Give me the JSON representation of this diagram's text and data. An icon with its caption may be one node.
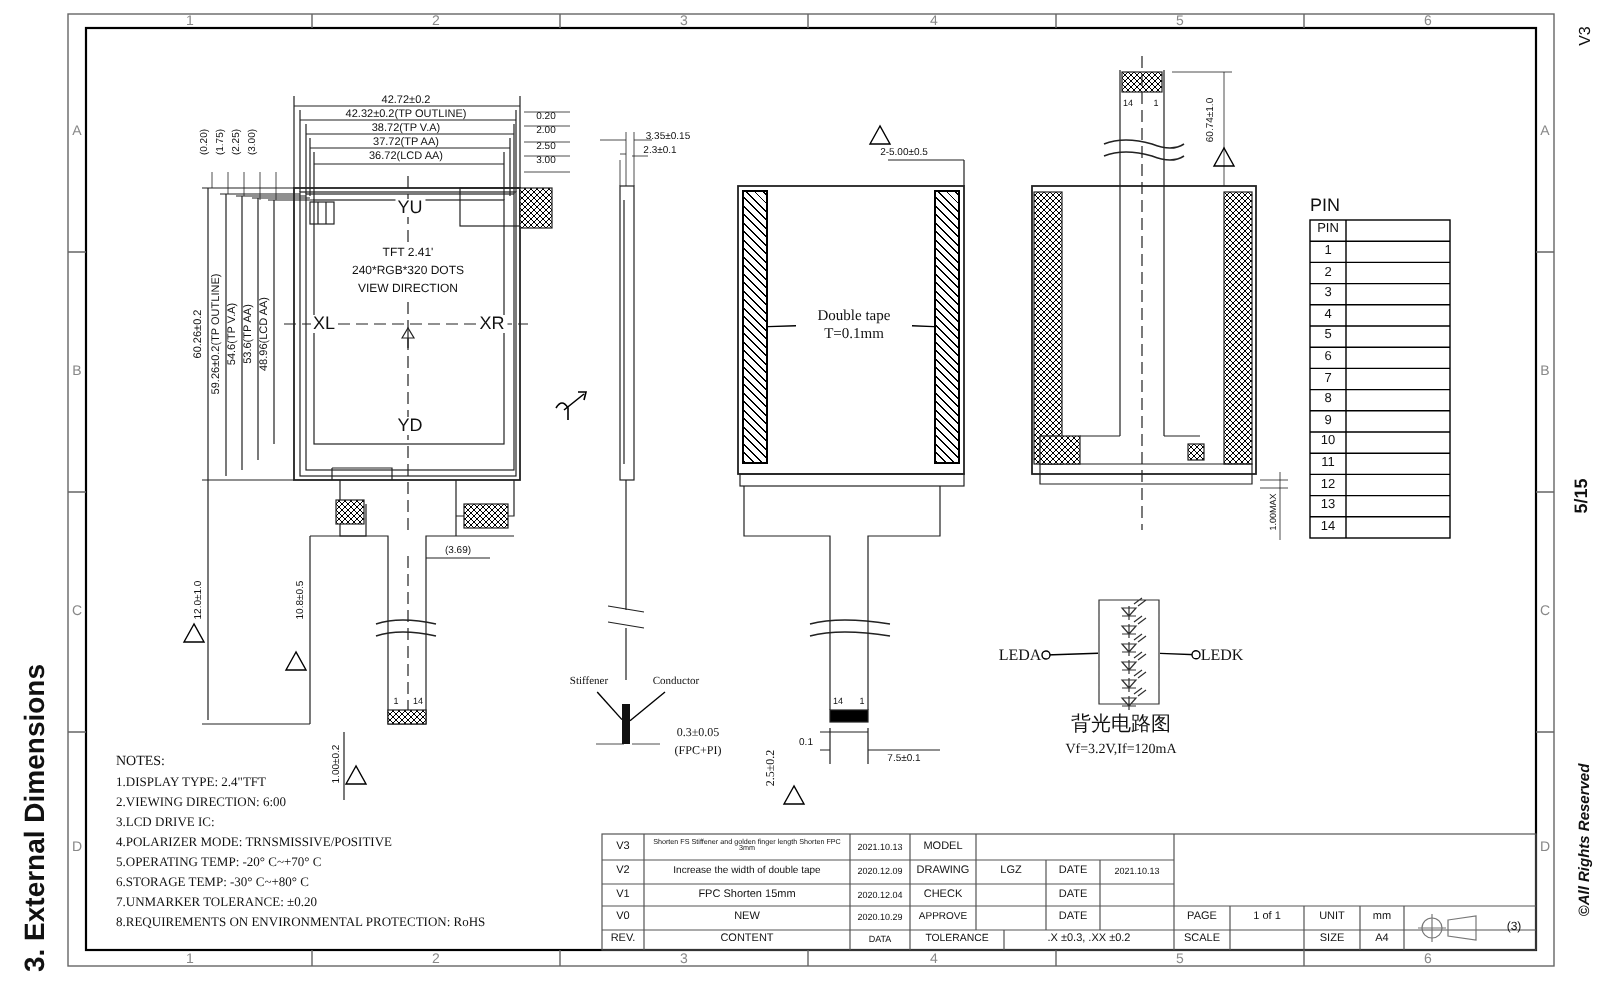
{
  "diagram": {
    "title": "3. External Dimensions",
    "nodes": [
      {
        "text": [
          "Double tape",
          "T=0.1mm"
        ]
      },
      {
        "text": [],
        "shape": "bar"
      },
      {
        "text": [],
        "shape": "bar"
      },
      {
        "text": [
          "Stiffener"
        ]
      },
      {
        "text": [
          "Conductor"
        ]
      },
      {
        "text": [],
        "shape": "bar"
      },
      {
        "text": [
          "LEDA"
        ]
      },
      {
        "text": [],
        "shape": "picture",
        "beside": [
          "背光电路图",
          "Vf=3.2V,If=120mA"
        ]
      },
      {
        "text": [
          "LEDK"
        ]
      }
    ],
    "edges": [
      {
        "from": 0,
        "to": 1,
        "arrow": "none"
      },
      {
        "from": 0,
        "to": 2,
        "arrow": "none"
      },
      {
        "from": 3,
        "to": 5,
        "arrow": "none"
      },
      {
        "from": 4,
        "to": 5,
        "arrow": "none"
      },
      {
        "from": 7,
        "to": 6,
        "arrow": "other"
      },
      {
        "from": 7,
        "to": 8,
        "arrow": "other"
      }
    ],
    "labels": [
      "1",
      "2",
      "3",
      "4",
      "5",
      "6",
      "A",
      "B",
      "C",
      "D",
      "A",
      "B",
      "C",
      "D",
      "1",
      "2",
      "3",
      "4",
      "5",
      "6",
      "V3",
      "5/15",
      "©All Rights Reserved",
      "42.72±0.2",
      "42.32±0.2(TP OUTLINE)",
      "38.72(TP V.A)",
      "37.72(TP AA)",
      "36.72(LCD AA)",
      "0.20",
      "2.00",
      "2.50",
      "3.00",
      "(0.20)",
      "(1.75)",
      "(2.25)",
      "(3.00)",
      "60.26±0.2",
      "59.26±0.2(TP OUTLINE)",
      "54.6(TP V.A)",
      "53.6(TP AA)",
      "48.96(LCD AA)",
      "YU",
      "TFT 2.41'",
      "240*RGB*320 DOTS",
      "VIEW DIRECTION",
      "XL",
      "XR",
      "YD",
      "(3.69)",
      "12.0±1.0",
      "10.8±0.5",
      "1",
      "14",
      "1.00±0.2",
      "3.35±0.15",
      "2.3±0.1",
      "2-5.00±0.5",
      "0.3±0.05",
      "(FPC+PI)",
      "14",
      "1",
      "2.5±0.2",
      "0.1",
      "7.5±0.1",
      "14",
      "1",
      "60.74±1.0",
      "1.00MAX",
      "PIN",
      "PIN",
      "1",
      "2",
      "3",
      "4",
      "5",
      "6",
      "7",
      "8",
      "9",
      "10",
      "11",
      "12",
      "13",
      "14",
      "NOTES:",
      "1.DISPLAY TYPE: 2.4\"TFT",
      "2.VIEWING DIRECTION: 6:00",
      "3.LCD DRIVE IC:",
      "4.POLARIZER MODE: TRNSMISSIVE/POSITIVE",
      "5.OPERATING TEMP: -20° C~+70° C",
      "6.STORAGE TEMP: -30° C~+80° C",
      "7.UNMARKER TOLERANCE: ±0.20",
      "8.REQUIREMENTS ON ENVIRONMENTAL PROTECTION: RoHS",
      "V3",
      "Shorten FS Stiffener and golden finger length Shorten FPC 3mm",
      "2021.10.13",
      "MODEL",
      "V2",
      "Increase the width of double tape",
      "2020.12.09",
      "DRAWING",
      "LGZ",
      "DATE",
      "2021.10.13",
      "V1",
      "FPC Shorten 15mm",
      "2020.12.04",
      "CHECK",
      "DATE",
      "V0",
      "NEW",
      "2020.10.29",
      "APPROVE",
      "DATE",
      "PAGE",
      "1 of 1",
      "UNIT",
      "mm",
      "(3)",
      "REV.",
      "CONTENT",
      "DATA",
      "TOLERANCE",
      ".X ±0.3, .XX ±0.2",
      "SCALE",
      "SIZE",
      "A4"
    ]
  }
}
